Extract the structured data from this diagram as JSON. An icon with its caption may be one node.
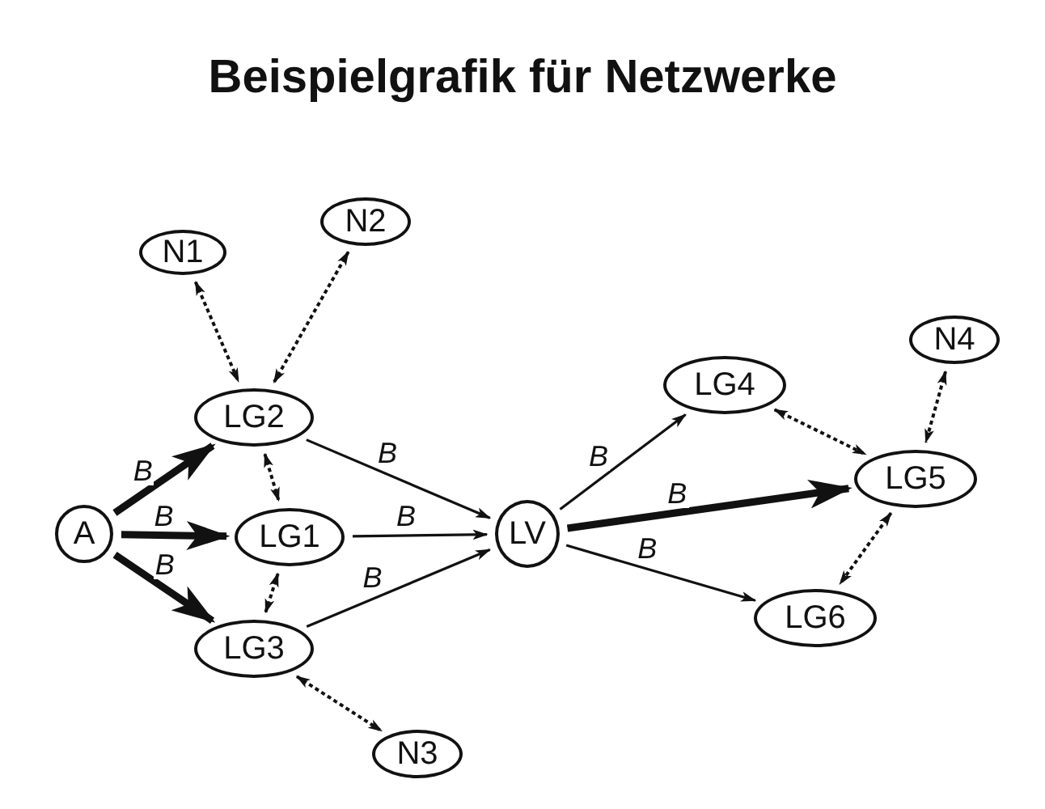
{
  "diagram": {
    "title": "Beispielgrafik für Netzwerke",
    "nodes": [
      {
        "text": [
          "A"
        ]
      },
      {
        "text": [
          "N1"
        ]
      },
      {
        "text": [
          "N2"
        ]
      },
      {
        "text": [
          "LG2"
        ]
      },
      {
        "text": [
          "LG1"
        ]
      },
      {
        "text": [
          "LG3"
        ]
      },
      {
        "text": [
          "LV"
        ]
      },
      {
        "text": [
          "LG4"
        ]
      },
      {
        "text": [
          "N4"
        ]
      },
      {
        "text": [
          "LG5"
        ]
      },
      {
        "text": [
          "LG6"
        ]
      },
      {
        "text": [
          "N3"
        ]
      }
    ],
    "edges": [
      {
        "from": 0,
        "to": 3,
        "arrow": "to",
        "label": "B",
        "style": "thick"
      },
      {
        "from": 0,
        "to": 4,
        "arrow": "to",
        "label": "B",
        "style": "thick"
      },
      {
        "from": 0,
        "to": 5,
        "arrow": "to",
        "label": "B",
        "style": "thick"
      },
      {
        "from": 3,
        "to": 6,
        "arrow": "to",
        "label": "B"
      },
      {
        "from": 4,
        "to": 6,
        "arrow": "to",
        "label": "B"
      },
      {
        "from": 5,
        "to": 6,
        "arrow": "to",
        "label": "B"
      },
      {
        "from": 6,
        "to": 7,
        "arrow": "to",
        "label": "B"
      },
      {
        "from": 6,
        "to": 9,
        "arrow": "to",
        "label": "B",
        "style": "thick"
      },
      {
        "from": 6,
        "to": 10,
        "arrow": "to",
        "label": "B"
      },
      {
        "from": 1,
        "to": 3,
        "arrow": "both",
        "style": "dashed"
      },
      {
        "from": 2,
        "to": 3,
        "arrow": "both",
        "style": "dashed"
      },
      {
        "from": 3,
        "to": 4,
        "arrow": "both",
        "style": "dashed"
      },
      {
        "from": 4,
        "to": 5,
        "arrow": "both",
        "style": "dashed"
      },
      {
        "from": 5,
        "to": 11,
        "arrow": "both",
        "style": "dashed"
      },
      {
        "from": 7,
        "to": 9,
        "arrow": "both",
        "style": "dashed"
      },
      {
        "from": 8,
        "to": 9,
        "arrow": "both",
        "style": "dashed"
      },
      {
        "from": 9,
        "to": 10,
        "arrow": "both",
        "style": "dashed"
      }
    ]
  }
}
